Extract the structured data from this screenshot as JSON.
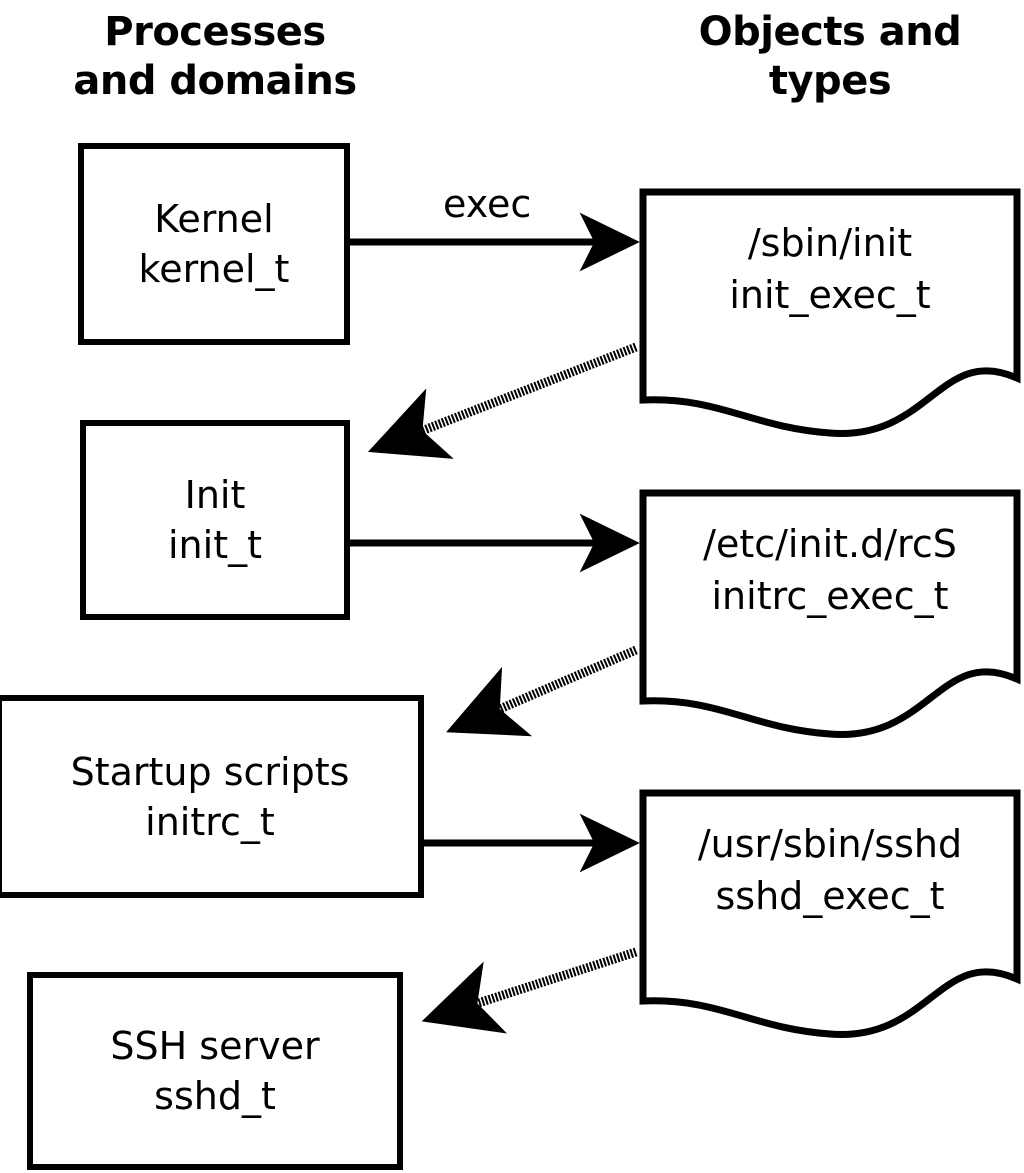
{
  "diagram": {
    "title_left": "Processes\nand domains",
    "title_right": "Objects and\ntypes",
    "processes": [
      {
        "name": "Kernel",
        "type": "kernel_t"
      },
      {
        "name": "Init",
        "type": "init_t"
      },
      {
        "name": "Startup scripts",
        "type": "initrc_t"
      },
      {
        "name": "SSH server",
        "type": "sshd_t"
      }
    ],
    "objects": [
      {
        "path": "/sbin/init",
        "type": "init_exec_t"
      },
      {
        "path": "/etc/init.d/rcS",
        "type": "initrc_exec_t"
      },
      {
        "path": "/usr/sbin/sshd",
        "type": "sshd_exec_t"
      }
    ],
    "edges": [
      {
        "from": "Kernel",
        "to": "/sbin/init",
        "label": "exec",
        "style": "solid"
      },
      {
        "from": "/sbin/init",
        "to": "Init",
        "label": "",
        "style": "dotted"
      },
      {
        "from": "Init",
        "to": "/etc/init.d/rcS",
        "label": "",
        "style": "solid"
      },
      {
        "from": "/etc/init.d/rcS",
        "to": "Startup scripts",
        "label": "",
        "style": "dotted"
      },
      {
        "from": "Startup scripts",
        "to": "/usr/sbin/sshd",
        "label": "",
        "style": "solid"
      },
      {
        "from": "/usr/sbin/sshd",
        "to": "SSH server",
        "label": "",
        "style": "dotted"
      }
    ],
    "colors": {
      "stroke": "#000000",
      "fill": "#ffffff",
      "text": "#000000"
    }
  }
}
